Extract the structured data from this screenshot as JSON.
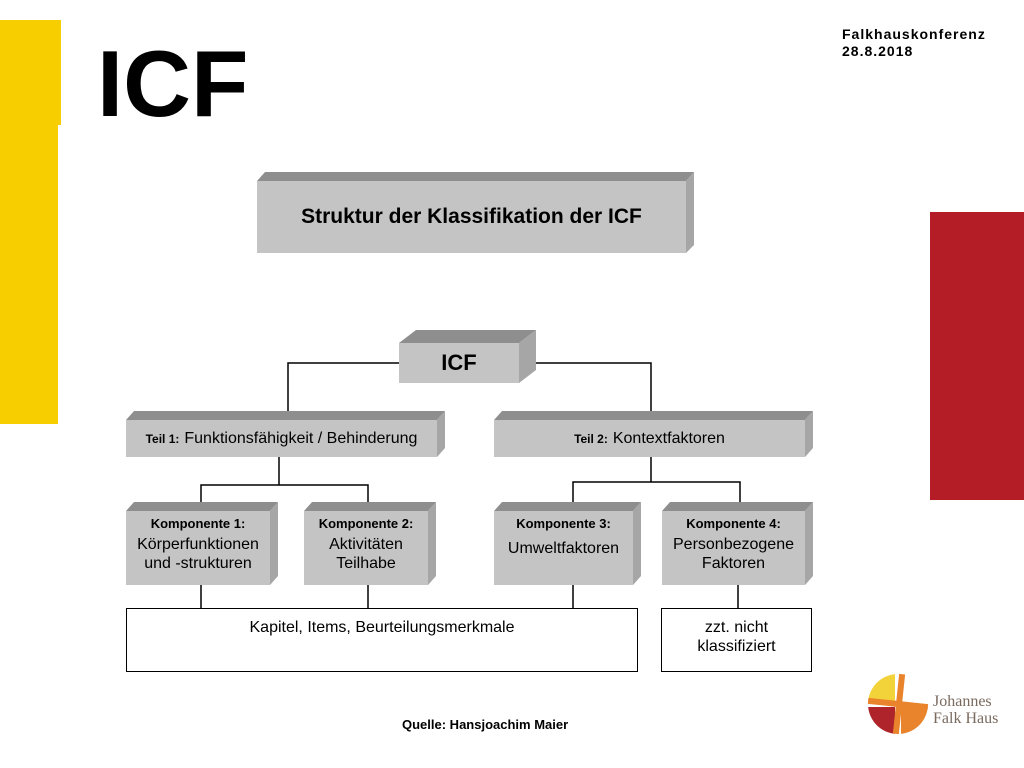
{
  "slide": {
    "title": "ICF",
    "header": {
      "line1": "Falkhauskonferenz",
      "line2": "28.8.2018"
    },
    "source": "Quelle: Hansjoachim Maier"
  },
  "diagram": {
    "heading": "Struktur der Klassifikation der ICF",
    "root": "ICF",
    "parts": [
      {
        "prefix": "Teil 1:",
        "label": "Funktionsfähigkeit / Behinderung"
      },
      {
        "prefix": "Teil 2:",
        "label": "Kontextfaktoren"
      }
    ],
    "components": [
      {
        "heading": "Komponente 1:",
        "lines": [
          "Körperfunktionen",
          "und -strukturen"
        ]
      },
      {
        "heading": "Komponente 2:",
        "lines": [
          "Aktivitäten",
          "Teilhabe"
        ]
      },
      {
        "heading": "Komponente 3:",
        "lines": [
          "Umweltfaktoren"
        ]
      },
      {
        "heading": "Komponente 4:",
        "lines": [
          "Personbezogene",
          "Faktoren"
        ]
      }
    ],
    "outputs": [
      {
        "lines": [
          "Kapitel, Items, Beurteilungsmerkmale"
        ]
      },
      {
        "lines": [
          "zzt. nicht",
          "klassifiziert"
        ]
      }
    ]
  },
  "logo": {
    "line1": "Johannes",
    "line2": "Falk Haus"
  },
  "colors": {
    "accent_yellow": "#F7CF00",
    "accent_red": "#B41D26",
    "box_face": "#C4C4C4",
    "box_top": "#8E8E8E",
    "box_side": "#A6A6A6",
    "connector": "#000000",
    "logo_yellow": "#F3D33A",
    "logo_red": "#AF242B",
    "logo_orange": "#E9832C",
    "logo_text": "#7A6A5E"
  }
}
